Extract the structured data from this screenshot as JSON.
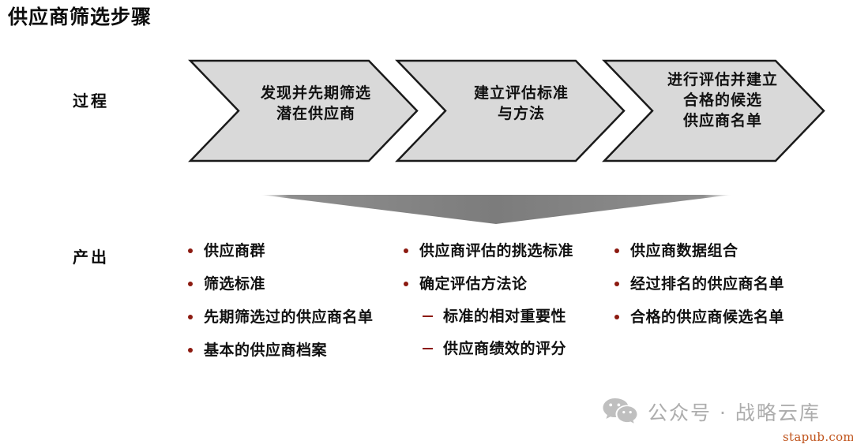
{
  "slide": {
    "title": "供应商筛选步骤"
  },
  "rows": {
    "process_label": "过程",
    "output_label": "产出"
  },
  "process": {
    "steps": [
      {
        "text": "发现并先期筛选\n潜在供应商"
      },
      {
        "text": "建立评估标准\n与方法"
      },
      {
        "text": "进行评估并建立\n合格的候选\n供应商名单"
      }
    ]
  },
  "output": {
    "columns": [
      {
        "items": [
          {
            "text": "供应商群",
            "subs": []
          },
          {
            "text": "筛选标准",
            "subs": []
          },
          {
            "text": "先期筛选过的供应商名单",
            "subs": []
          },
          {
            "text": "基本的供应商档案",
            "subs": []
          }
        ]
      },
      {
        "items": [
          {
            "text": "供应商评估的挑选标准",
            "subs": []
          },
          {
            "text": "确定评估方法论",
            "subs": [
              {
                "text": "标准的相对重要性"
              },
              {
                "text": "供应商绩效的评分"
              }
            ]
          }
        ]
      },
      {
        "items": [
          {
            "text": "供应商数据组合",
            "subs": []
          },
          {
            "text": "经过排名的供应商名单",
            "subs": []
          },
          {
            "text": "合格的供应商候选名单",
            "subs": []
          }
        ]
      }
    ]
  },
  "watermark": {
    "account_text": "公众号 · 战略云库",
    "site": "stapub.com"
  },
  "colors": {
    "chevron_fill": "#D9D9D9",
    "chevron_stroke": "#1a1a1a",
    "arrow_fill": "#808080",
    "bullet": "#8C1A10",
    "watermark_gray": "#ADADAD",
    "site_orange": "#C0541C"
  }
}
